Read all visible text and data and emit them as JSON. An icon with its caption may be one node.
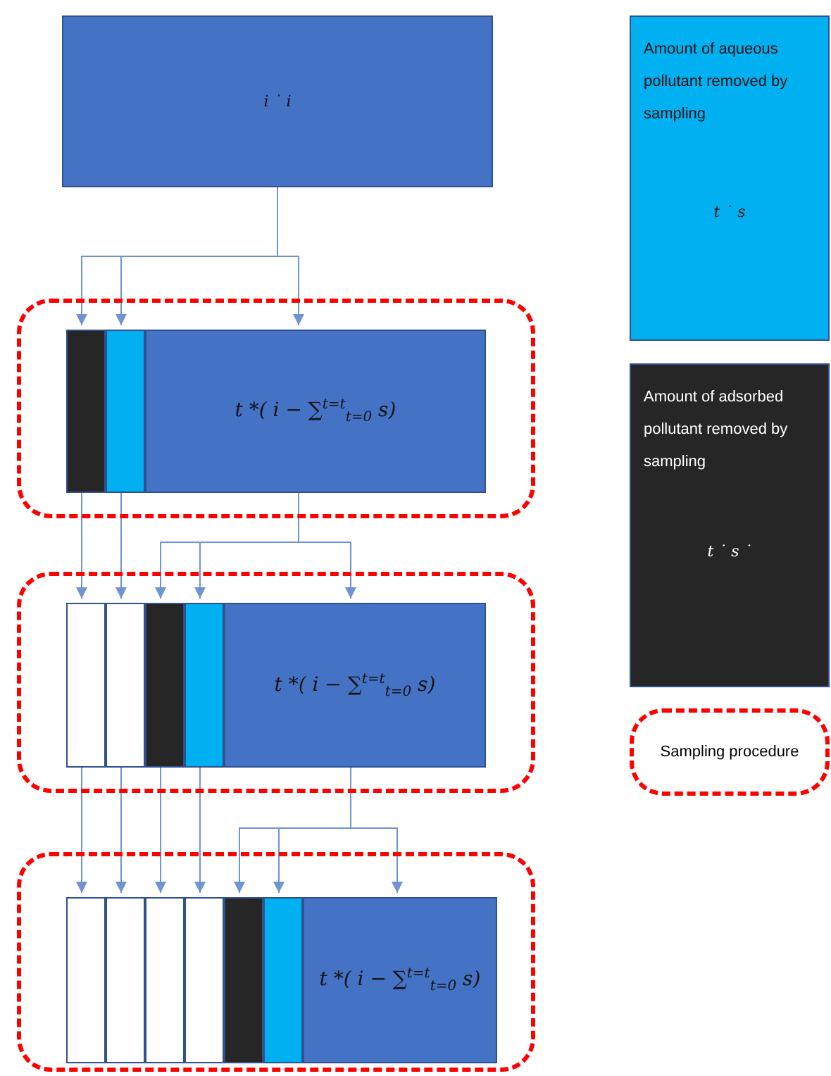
{
  "diagram": {
    "nodes": [
      {
        "text": [
          "i ˙ i"
        ]
      },
      {
        "text": [],
        "shape": "box"
      },
      {
        "text": [],
        "shape": "bar",
        "in": 1
      },
      {
        "text": [],
        "shape": "bar",
        "in": 1
      },
      {
        "text": [
          "t *( i − ∑$^{t=t}$$_{t=0}$ s)"
        ],
        "in": 1
      },
      {
        "text": [],
        "shape": "box"
      },
      {
        "text": [],
        "shape": "bar",
        "in": 5
      },
      {
        "text": [],
        "shape": "bar",
        "in": 5
      },
      {
        "text": [],
        "shape": "bar",
        "in": 5
      },
      {
        "text": [],
        "shape": "bar",
        "in": 5
      },
      {
        "text": [
          "t *( i − ∑$^{t=t}$$_{t=0}$ s)"
        ],
        "in": 5
      },
      {
        "text": [],
        "shape": "box"
      },
      {
        "text": [],
        "shape": "bar",
        "in": 11
      },
      {
        "text": [],
        "shape": "bar",
        "in": 11
      },
      {
        "text": [],
        "shape": "bar",
        "in": 11
      },
      {
        "text": [],
        "shape": "bar",
        "in": 11
      },
      {
        "text": [],
        "shape": "bar",
        "in": 11
      },
      {
        "text": [],
        "shape": "bar",
        "in": 11
      },
      {
        "text": [
          "t *( i − ∑$^{t=t}$$_{t=0}$ s)"
        ],
        "in": 11
      },
      {
        "text": [
          "Amount of aqueous pollutant removed by sampling",
          "t ˙ s"
        ]
      },
      {
        "text": [
          "Amount of adsorbed pollutant removed by sampling",
          "t ˙ s ˙"
        ]
      },
      {
        "text": [
          "Sampling procedure"
        ]
      }
    ],
    "edges": [
      {
        "from": 0,
        "to": 2,
        "arrow": "to"
      },
      {
        "from": 0,
        "to": 3,
        "arrow": "to"
      },
      {
        "from": 0,
        "to": 4,
        "arrow": "to"
      },
      {
        "from": 2,
        "to": 6,
        "arrow": "to"
      },
      {
        "from": 3,
        "to": 7,
        "arrow": "to"
      },
      {
        "from": 4,
        "to": 8,
        "arrow": "to"
      },
      {
        "from": 4,
        "to": 9,
        "arrow": "to"
      },
      {
        "from": 4,
        "to": 10,
        "arrow": "to"
      },
      {
        "from": 6,
        "to": 12,
        "arrow": "to"
      },
      {
        "from": 7,
        "to": 13,
        "arrow": "to"
      },
      {
        "from": 8,
        "to": 14,
        "arrow": "to"
      },
      {
        "from": 9,
        "to": 15,
        "arrow": "to"
      },
      {
        "from": 10,
        "to": 16,
        "arrow": "to"
      },
      {
        "from": 10,
        "to": 17,
        "arrow": "to"
      },
      {
        "from": 10,
        "to": 18,
        "arrow": "to"
      }
    ]
  }
}
